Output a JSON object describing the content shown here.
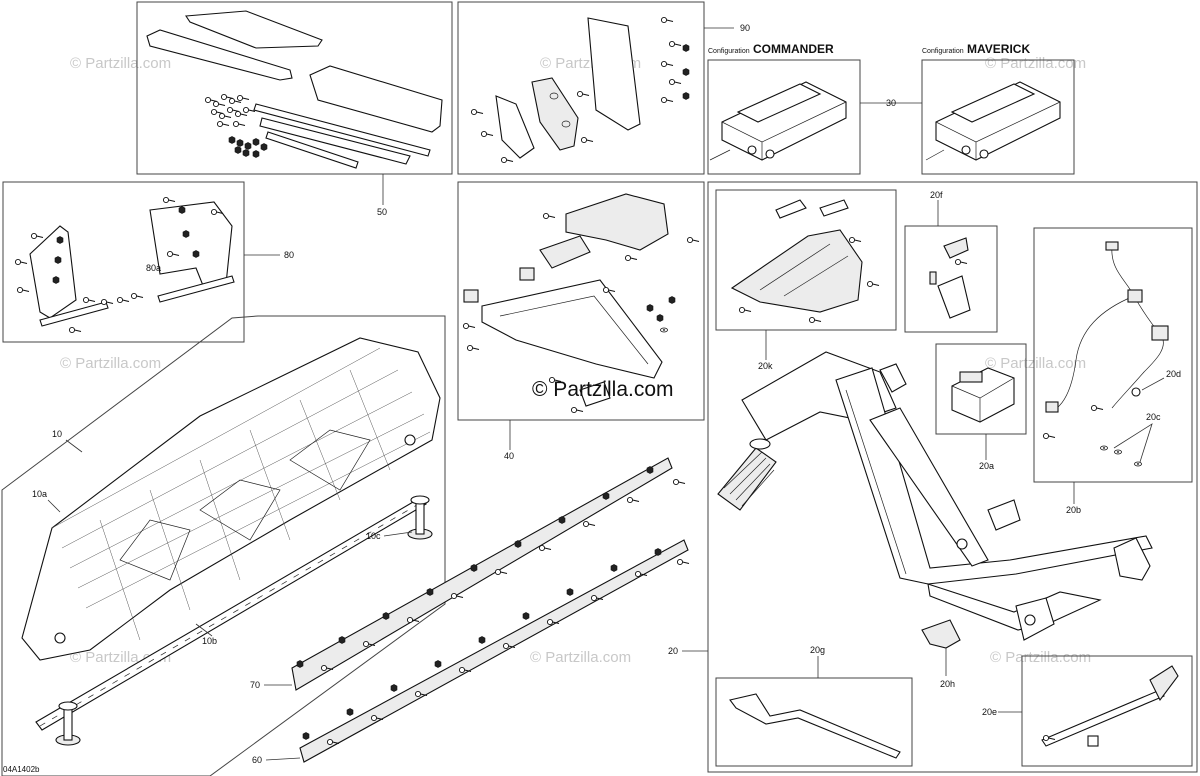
{
  "diagram": {
    "drawing_code": "04A1402b",
    "brand_watermark": "© Partzilla.com",
    "faded_watermark": "© Partzilla.com",
    "configurations": {
      "prefix": "Configuration",
      "commander": "COMMANDER",
      "maverick": "MAVERICK"
    },
    "callouts": {
      "c10": "10",
      "c10a": "10a",
      "c10b": "10b",
      "c10c": "10c",
      "c20": "20",
      "c20a": "20a",
      "c20b": "20b",
      "c20c": "20c",
      "c20d": "20d",
      "c20e": "20e",
      "c20f": "20f",
      "c20g": "20g",
      "c20h": "20h",
      "c20k": "20k",
      "c30": "30",
      "c40": "40",
      "c50": "50",
      "c60": "60",
      "c70": "70",
      "c80": "80",
      "c80a": "80a",
      "c90": "90"
    }
  }
}
